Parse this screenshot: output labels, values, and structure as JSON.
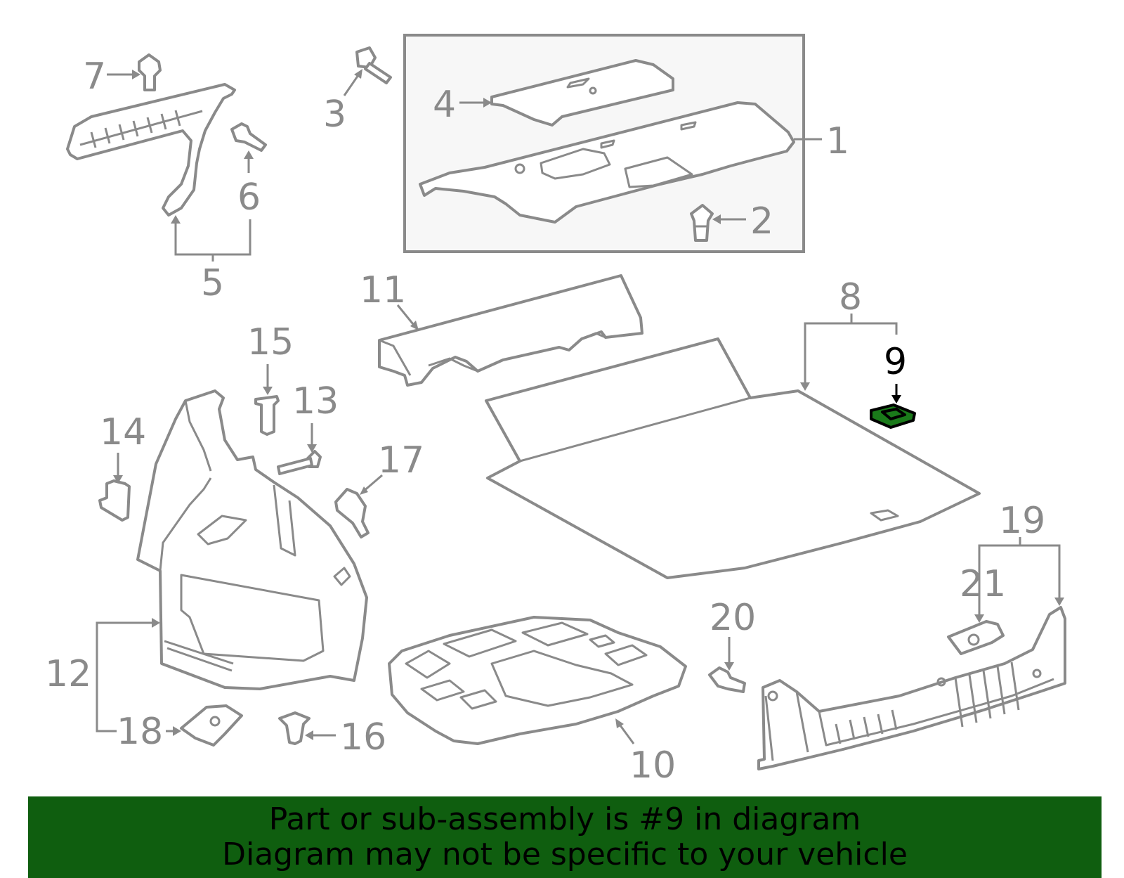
{
  "callouts": {
    "c1": "1",
    "c2": "2",
    "c3": "3",
    "c4": "4",
    "c5": "5",
    "c6": "6",
    "c7": "7",
    "c8": "8",
    "c9": "9",
    "c10": "10",
    "c11": "11",
    "c12": "12",
    "c13": "13",
    "c14": "14",
    "c15": "15",
    "c16": "16",
    "c17": "17",
    "c18": "18",
    "c19": "19",
    "c20": "20",
    "c21": "21"
  },
  "highlight": {
    "part": "9",
    "color": "#1a7a1a"
  },
  "banner": {
    "line1": "Part or sub-assembly is #9 in diagram",
    "line2": "Diagram may not be specific to your vehicle",
    "background": "#0f5e0f"
  }
}
